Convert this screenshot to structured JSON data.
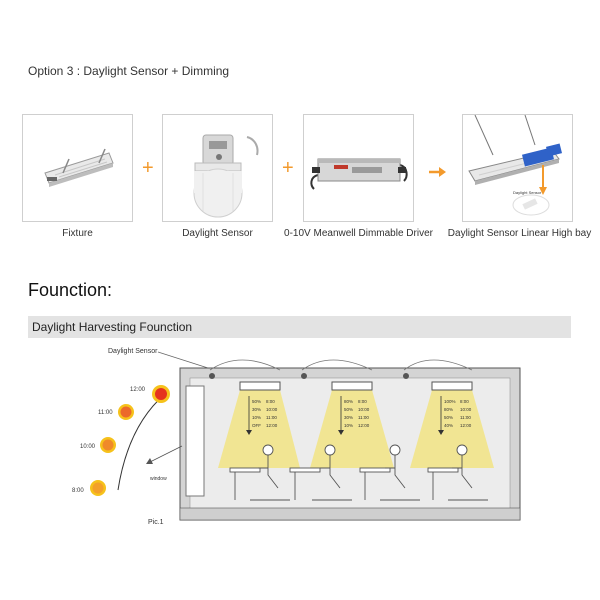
{
  "option_title": "Option 3 : Daylight Sensor + Dimming",
  "products": [
    {
      "caption": "Fixture"
    },
    {
      "caption": "Daylight Sensor"
    },
    {
      "caption": "0-10V Meanwell Dimmable Driver"
    },
    {
      "caption": "Daylight Sensor Linear High bay"
    }
  ],
  "plus_symbol": "+",
  "inset_label": "Daylight Sensor",
  "section_title": "Founction:",
  "section_bar": "Daylight Harvesting Founction",
  "diagram": {
    "sensor_label": "Daylight Sensor",
    "window_label": "window",
    "pic_label": "Pic.1",
    "sun_times": [
      "12:00",
      "11:00",
      "10:00",
      "8:00"
    ],
    "fixtures": [
      {
        "rows": [
          [
            "50%",
            "8:00"
          ],
          [
            "30%",
            "10:00"
          ],
          [
            "10%",
            "11:00"
          ],
          [
            "OFF",
            "12:00"
          ]
        ]
      },
      {
        "rows": [
          [
            "80%",
            "8:00"
          ],
          [
            "50%",
            "10:00"
          ],
          [
            "30%",
            "11:00"
          ],
          [
            "10%",
            "12:00"
          ]
        ]
      },
      {
        "rows": [
          [
            "100%",
            "8:00"
          ],
          [
            "80%",
            "10:00"
          ],
          [
            "50%",
            "11:00"
          ],
          [
            "40%",
            "12:00"
          ]
        ]
      }
    ]
  },
  "colors": {
    "accent": "#f39a2c",
    "light_beam": "#f5e04a",
    "room_wall": "#cfcfcf",
    "sun_center": "#e5321f",
    "sun_glow": "#f6c21b"
  }
}
